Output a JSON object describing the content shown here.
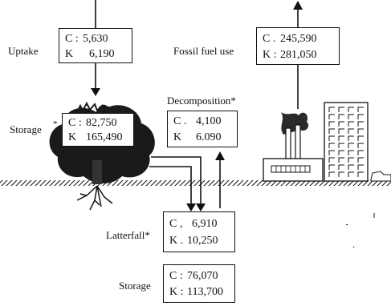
{
  "labels": {
    "uptake": "Uptake",
    "fossil_fuel_use": "Fossil fuel use",
    "decomposition": "Decomposition*",
    "storage_tree": "Storage",
    "storage_tree_mark": "*",
    "litterfall": "Latterfall*",
    "storage_soil": "Storage"
  },
  "boxes": {
    "uptake": {
      "c_key": "C :",
      "c_val": "5,630",
      "k_key": "K",
      "k_val": "6,190"
    },
    "fossil": {
      "c_key": "C .",
      "c_val": "245,590",
      "k_key": "K :",
      "k_val": "281,050"
    },
    "tree_storage": {
      "c_key": "C :",
      "c_val": "82,750",
      "k_key": "K",
      "k_val": "165,490"
    },
    "decomposition": {
      "c_key": "C .",
      "c_val": "4,100",
      "k_key": "K",
      "k_val": "6.090"
    },
    "litterfall": {
      "c_key": "C ,",
      "c_val": "6,910",
      "k_key": "K .",
      "k_val": "10,250"
    },
    "soil_storage": {
      "c_key": "C :",
      "c_val": "76,070",
      "k_key": "K :",
      "k_val": "113,700"
    }
  },
  "colors": {
    "ink": "#111111",
    "paper": "#ffffff",
    "foliage": "#1a1a1a"
  }
}
